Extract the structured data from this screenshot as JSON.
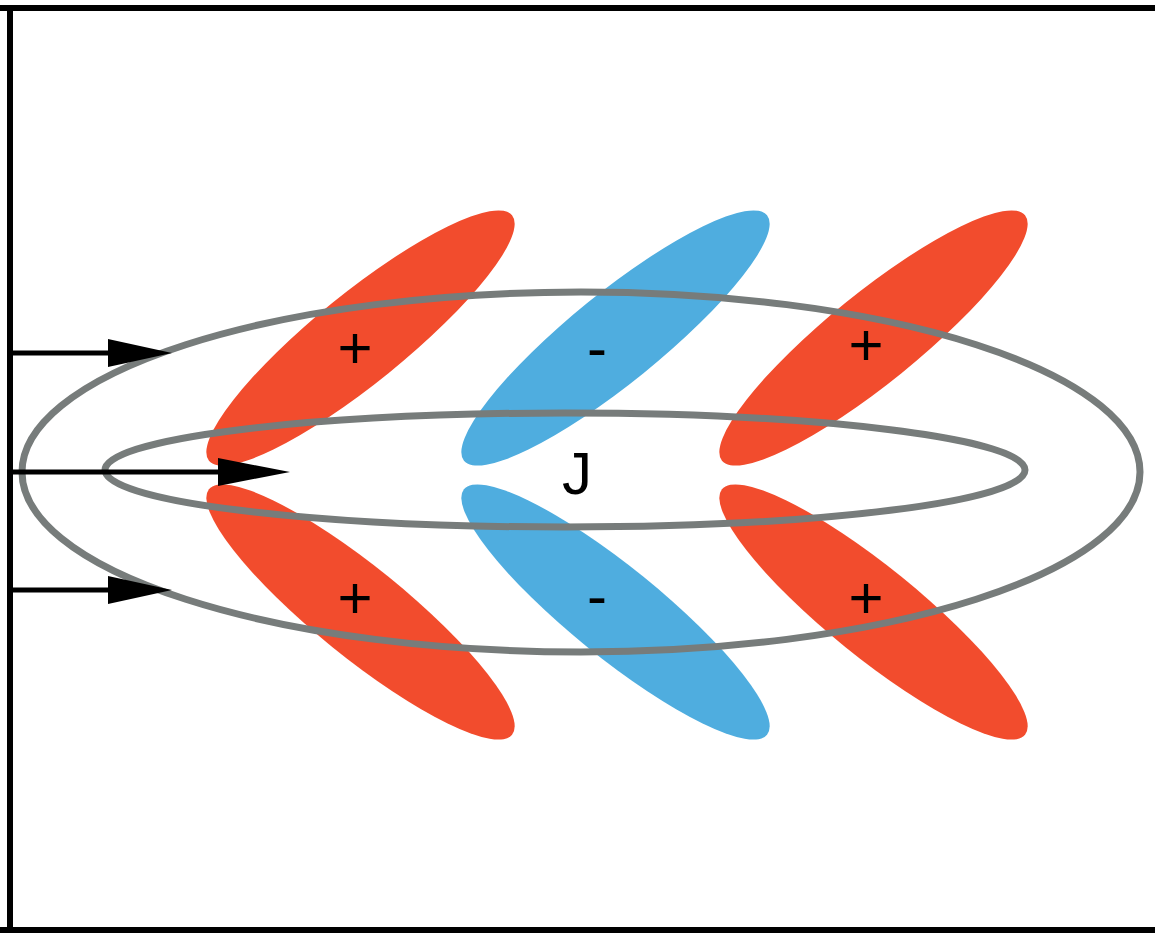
{
  "diagram": {
    "nodes": [
      {
        "text": [
          "+"
        ]
      },
      {
        "text": [
          "-"
        ]
      },
      {
        "text": [
          "+"
        ]
      },
      {
        "text": [
          "+"
        ]
      },
      {
        "text": [
          "-"
        ]
      },
      {
        "text": [
          "+"
        ]
      }
    ],
    "labels": [
      "J"
    ]
  }
}
